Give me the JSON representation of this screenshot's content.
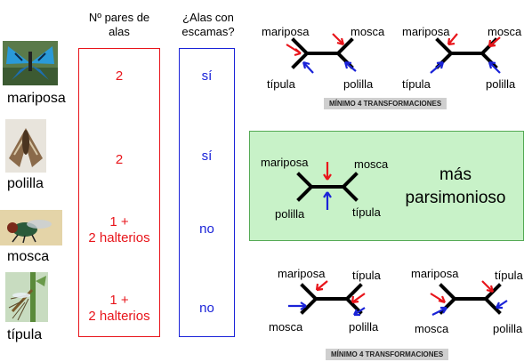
{
  "headers": {
    "pairs": "Nº pares de alas",
    "scales": "¿Alas con escamas?"
  },
  "insects": [
    {
      "name": "mariposa",
      "pairs": "2",
      "scales": "sí"
    },
    {
      "name": "polilla",
      "pairs": "2",
      "scales": "sí"
    },
    {
      "name": "mosca",
      "pairs": "1 +\n2 halterios",
      "scales": "no"
    },
    {
      "name": "típula",
      "pairs": "1 +\n2 halterios",
      "scales": "no"
    }
  ],
  "trees": {
    "t1": {
      "tl": "mariposa",
      "tr": "mosca",
      "bl": "típula",
      "br": "polilla"
    },
    "t2": {
      "tl": "mariposa",
      "tr": "mosca",
      "bl": "típula",
      "br": "polilla"
    },
    "t3": {
      "tl": "mariposa",
      "tr": "mosca",
      "bl": "polilla",
      "br": "típula"
    },
    "t4": {
      "tl": "mariposa",
      "tr": "típula",
      "bl": "mosca",
      "br": "polilla"
    },
    "t5": {
      "tl": "mariposa",
      "tr": "típula",
      "bl": "mosca",
      "br": "polilla"
    }
  },
  "badges": {
    "top": "MÍNIMO 4 TRANSFORMACIONES",
    "bottom": "MÍNIMO 4 TRANSFORMACIONES"
  },
  "parsimony": {
    "line1": "más",
    "line2": "parsimonioso"
  },
  "colors": {
    "red": "#e8141a",
    "blue": "#1a23d8",
    "green_fill": "#c8f2c8",
    "green_border": "#55aa55"
  }
}
